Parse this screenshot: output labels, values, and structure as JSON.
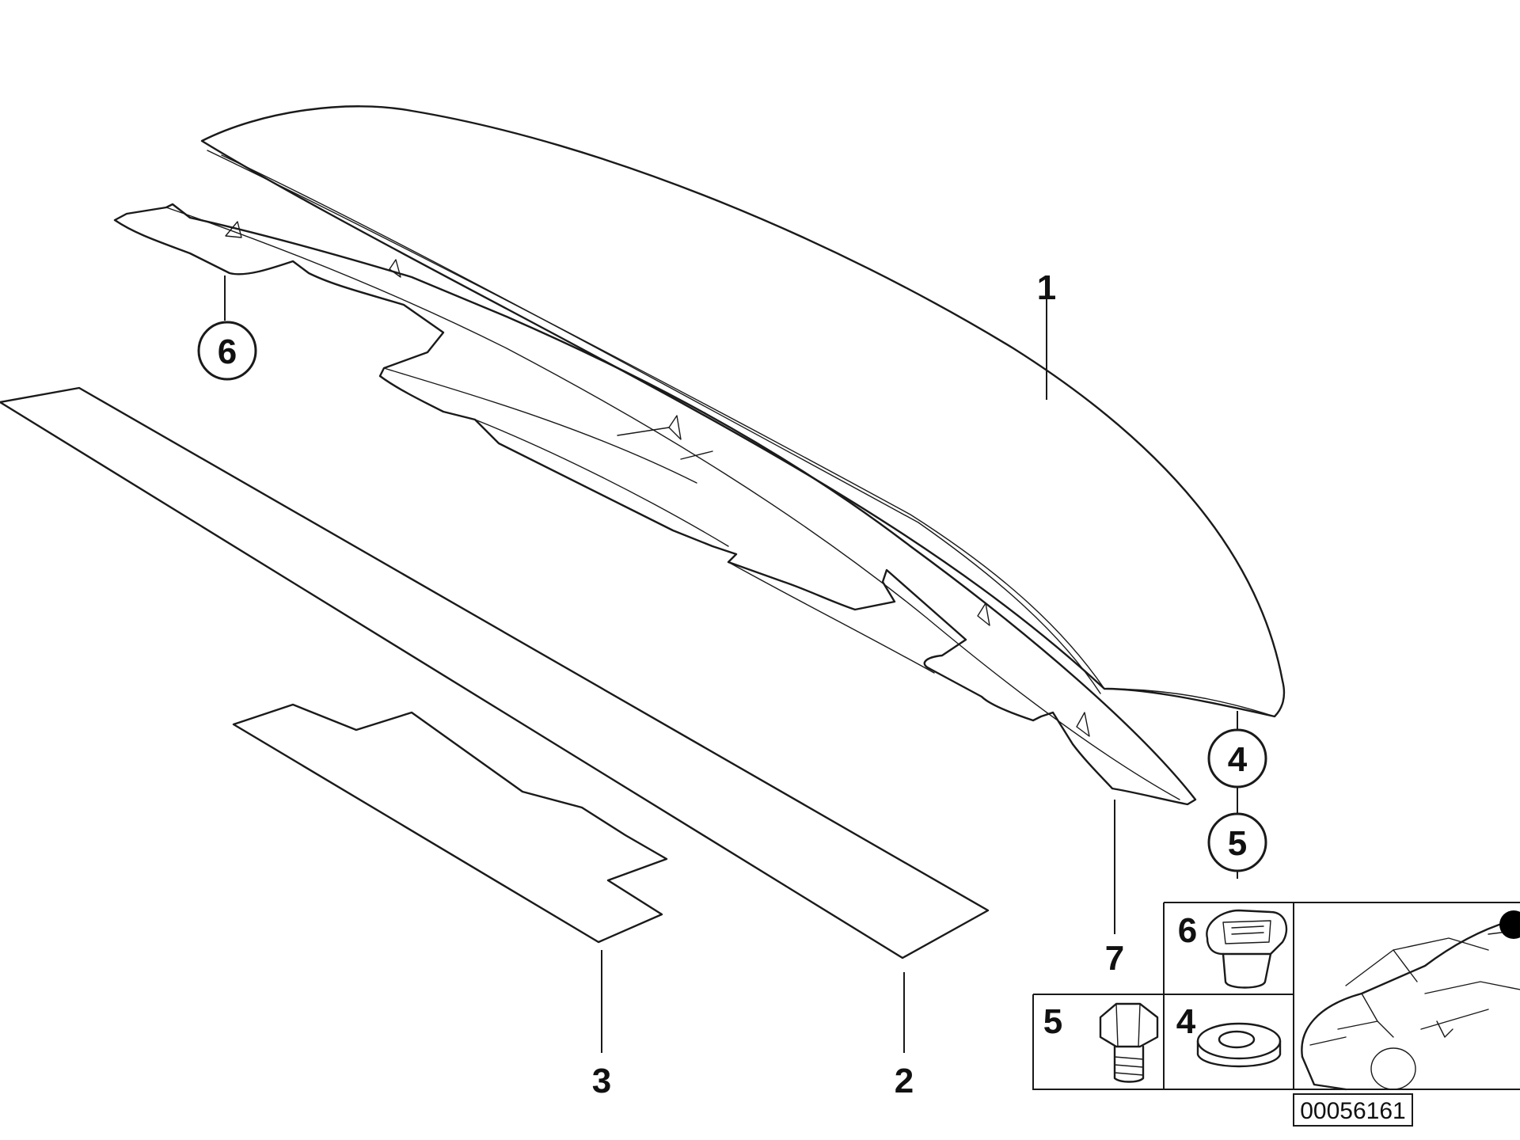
{
  "callouts": {
    "p1": "1",
    "p2": "2",
    "p3": "3",
    "p4": "4",
    "p5": "5",
    "p6": "6",
    "p7": "7"
  },
  "inset_labels": {
    "fastener_6": "6",
    "bolt_5": "5",
    "grommet_4": "4"
  },
  "diagram_id": "00056161",
  "icons": [
    "spoiler-part",
    "trim-part",
    "sticker-strip",
    "wing-nut-clip",
    "hex-bolt",
    "rubber-grommet",
    "car-reference"
  ]
}
